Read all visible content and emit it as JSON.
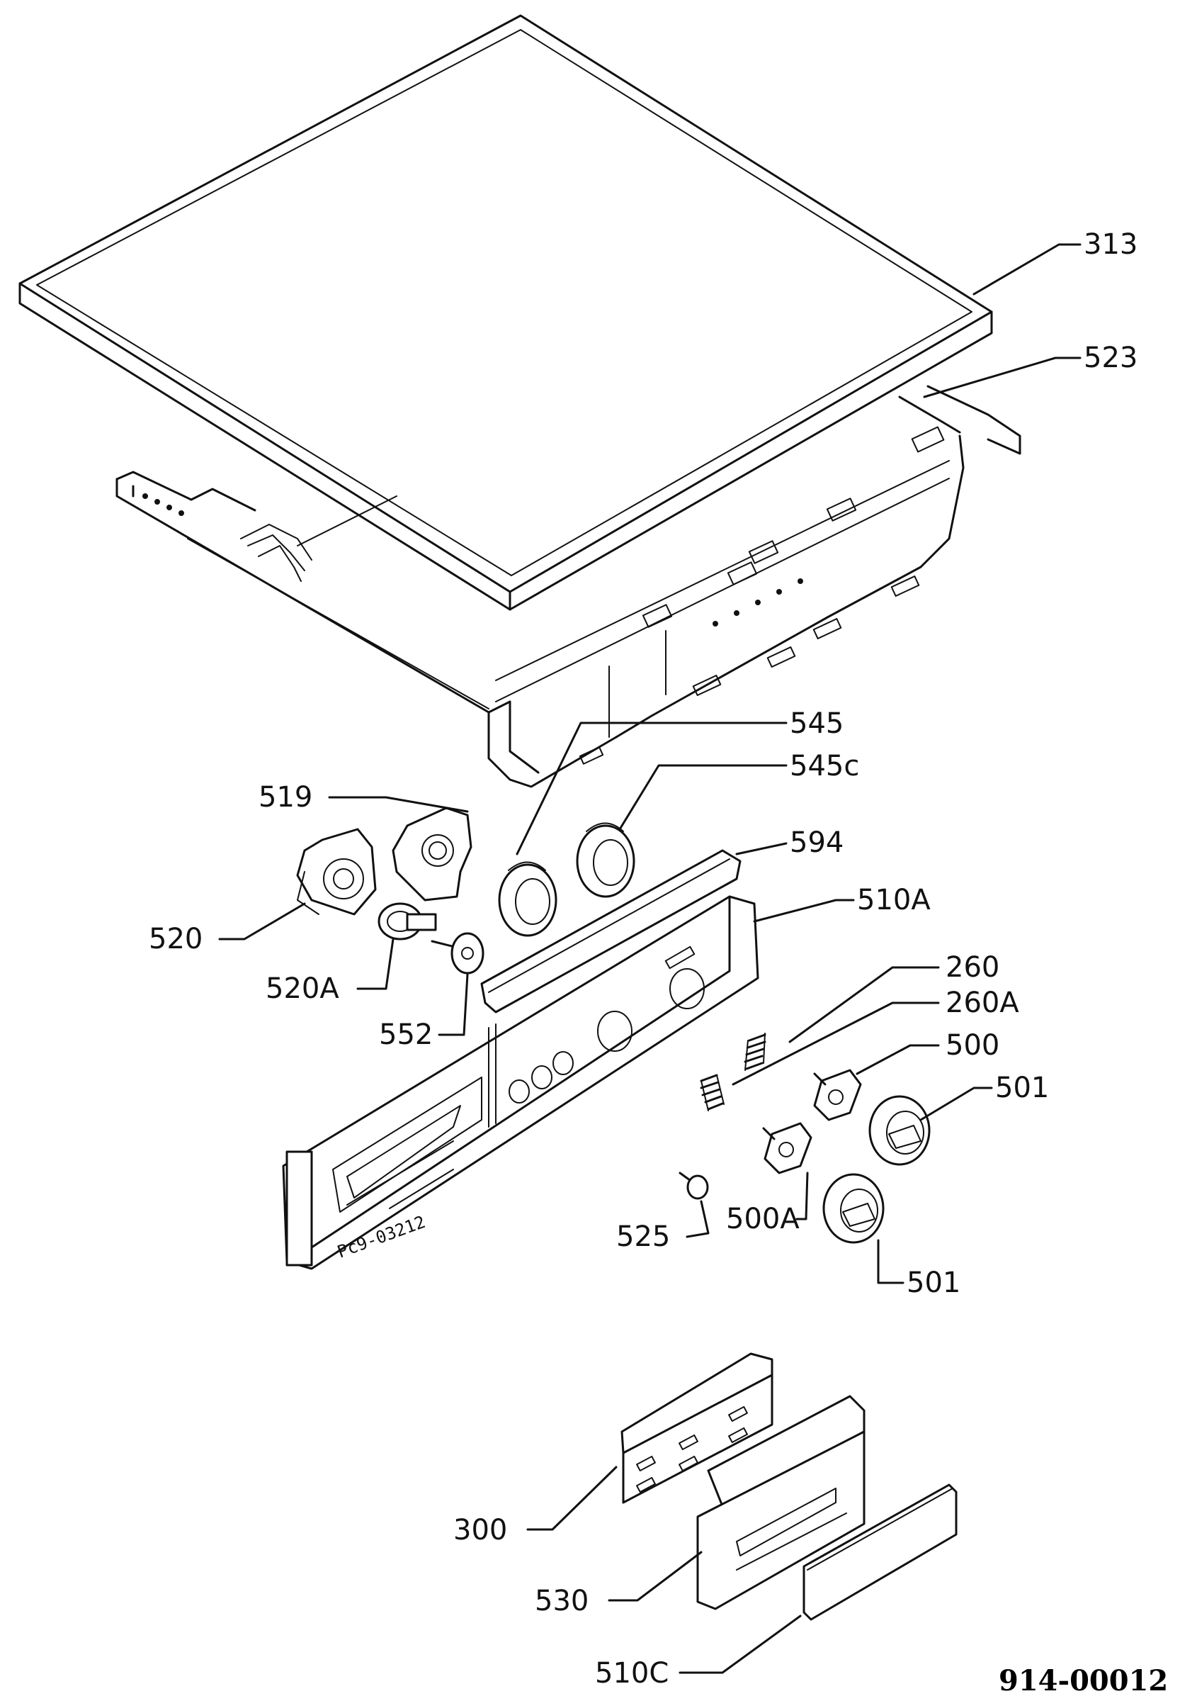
{
  "callouts": [
    {
      "id": "313",
      "text": "313"
    },
    {
      "id": "523",
      "text": "523"
    },
    {
      "id": "545",
      "text": "545"
    },
    {
      "id": "545c",
      "text": "545c"
    },
    {
      "id": "519",
      "text": "519"
    },
    {
      "id": "594",
      "text": "594"
    },
    {
      "id": "510a",
      "text": "510A"
    },
    {
      "id": "520",
      "text": "520"
    },
    {
      "id": "520a",
      "text": "520A"
    },
    {
      "id": "552",
      "text": "552"
    },
    {
      "id": "260",
      "text": "260"
    },
    {
      "id": "260a",
      "text": "260A"
    },
    {
      "id": "500",
      "text": "500"
    },
    {
      "id": "501-top",
      "text": "501"
    },
    {
      "id": "525",
      "text": "525"
    },
    {
      "id": "500a",
      "text": "500A"
    },
    {
      "id": "501-bottom",
      "text": "501"
    },
    {
      "id": "300",
      "text": "300"
    },
    {
      "id": "530",
      "text": "530"
    },
    {
      "id": "510c",
      "text": "510C"
    }
  ],
  "panel_marking": "Pc9-03212",
  "figure_reference": "914-00012"
}
